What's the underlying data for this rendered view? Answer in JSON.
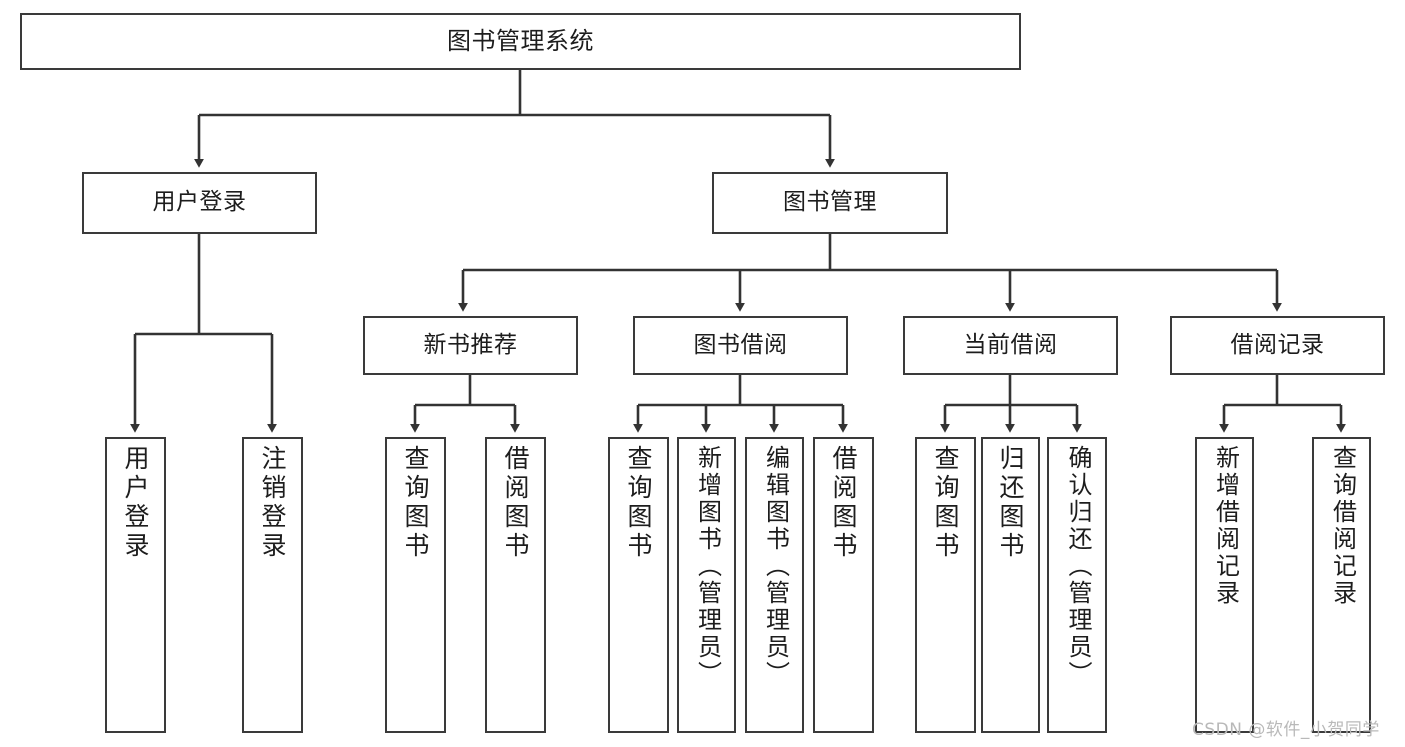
{
  "diagram": {
    "title": "图书管理系统",
    "type": "tree-hierarchy-diagram",
    "colors": {
      "box_border": "#3a3a3a",
      "box_fill": "#ffffff",
      "edge": "#333333",
      "text": "#1d1d1d",
      "watermark": "#b9b9b9",
      "background": "#ffffff"
    },
    "watermark": "CSDN @软件_小贺同学",
    "nodes": {
      "root": {
        "label": "图书管理系统"
      },
      "level1": [
        {
          "label": "用户登录"
        },
        {
          "label": "图书管理"
        }
      ],
      "level2": [
        {
          "label": "新书推荐"
        },
        {
          "label": "图书借阅"
        },
        {
          "label": "当前借阅"
        },
        {
          "label": "借阅记录"
        }
      ],
      "leaves": {
        "user_login": [
          {
            "label": "用户登录"
          },
          {
            "label": "注销登录"
          }
        ],
        "new_book_recommend": [
          {
            "label": "查询图书"
          },
          {
            "label": "借阅图书"
          }
        ],
        "book_borrow": [
          {
            "label": "查询图书"
          },
          {
            "label": "新增图书（管理员）"
          },
          {
            "label": "编辑图书（管理员）"
          },
          {
            "label": "借阅图书"
          }
        ],
        "current_borrow": [
          {
            "label": "查询图书"
          },
          {
            "label": "归还图书"
          },
          {
            "label": "确认归还（管理员）"
          }
        ],
        "borrow_record": [
          {
            "label": "新增借阅记录"
          },
          {
            "label": "查询借阅记录"
          }
        ]
      }
    }
  }
}
